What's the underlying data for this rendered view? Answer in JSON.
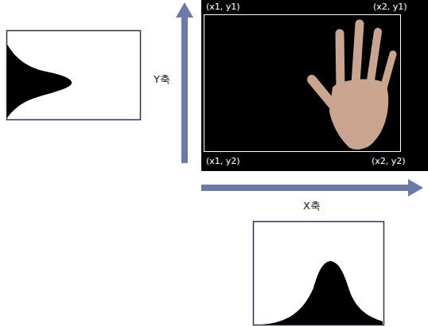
{
  "diagram": {
    "labels": [
      "(x1, y1)",
      "(x2, y1)",
      "Y축",
      "(x1, y2)",
      "(x2, y2)",
      "X축"
    ]
  }
}
